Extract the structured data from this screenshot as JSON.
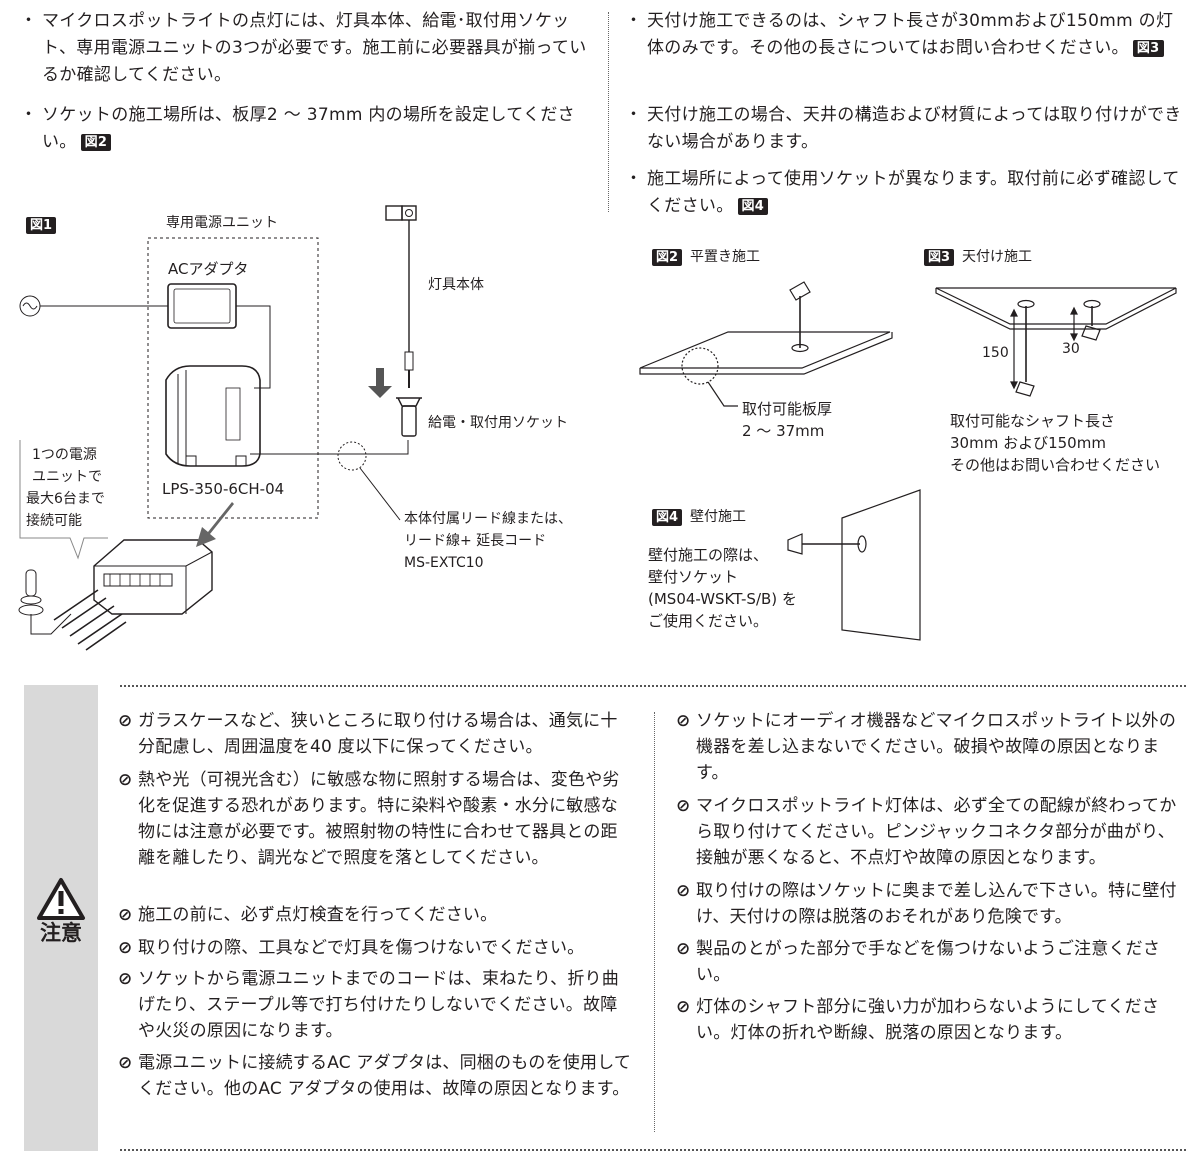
{
  "top_left": [
    {
      "text": "マイクロスポットライトの点灯には、灯具本体、給電･取付用ソケット、専用電源ユニットの3つが必要です。施工前に必要器具が揃っているか確認してください。",
      "badge": ""
    },
    {
      "text": "ソケットの施工場所は、板厚2 ～ 37mm 内の場所を設定してください。",
      "badge": "図2"
    }
  ],
  "top_right": [
    {
      "text": "天付け施工できるのは、シャフト長さが30mmおよび150mm の灯体のみです。その他の長さについてはお問い合わせください。",
      "badge": "図3"
    },
    {
      "text": "天付け施工の場合、天井の構造および材質によっては取り付けができない場合があります。",
      "badge": ""
    },
    {
      "text": "施工場所によって使用ソケットが異なります。取付前に必ず確認してください。",
      "badge": "図4"
    }
  ],
  "bullet_mark": "・",
  "fig1": {
    "badge": "図1",
    "power_unit_label": "専用電源ユニット",
    "ac_adapter_label": "ACアダプタ",
    "fixture_label": "灯具本体",
    "socket_label": "給電・取付用ソケット",
    "unit_model": "LPS-350-6CH-04",
    "bubble_lines": [
      "1つの電源",
      "ユニットで",
      "最大6台まで",
      "接続可能"
    ],
    "cord_lines": [
      "本体付属リード線または、",
      "リード線+ 延長コード",
      "MS-EXTC10"
    ]
  },
  "fig2": {
    "badge": "図2",
    "title": "平置き施工",
    "lines": [
      "取付可能板厚",
      "2 ～ 37mm"
    ]
  },
  "fig3": {
    "badge": "図3",
    "title": "天付け施工",
    "dim_long": "150",
    "dim_short": "30",
    "lines": [
      "取付可能なシャフト長さ",
      "30mm および150mm",
      "その他はお問い合わせください"
    ]
  },
  "fig4": {
    "badge": "図4",
    "title": "壁付施工",
    "lines": [
      "壁付施工の際は、",
      "壁付ソケット",
      "(MS04-WSKT-S/B) を",
      "ご使用ください。"
    ]
  },
  "caution": {
    "title": "注意",
    "mark": "⊘",
    "left": [
      "ガラスケースなど、狭いところに取り付ける場合は、通気に十分配慮し、周囲温度を40 度以下に保ってください。",
      "熱や光（可視光含む）に敏感な物に照射する場合は、変色や劣化を促進する恐れがあります。特に染料や酸素・水分に敏感な物には注意が必要です。被照射物の特性に合わせて器具との距離を離したり、調光などで照度を落としてください。",
      "施工の前に、必ず点灯検査を行ってください。",
      "取り付けの際、工具などで灯具を傷つけないでください。",
      "ソケットから電源ユニットまでのコードは、束ねたり、折り曲げたり、ステープル等で打ち付けたりしないでください。故障や火災の原因になります。",
      "電源ユニットに接続するAC アダプタは、同梱のものを使用してください。他のAC アダプタの使用は、故障の原因となります。"
    ],
    "right": [
      "ソケットにオーディオ機器などマイクロスポットライト以外の機器を差し込まないでください。破損や故障の原因となります。",
      "マイクロスポットライト灯体は、必ず全ての配線が終わってから取り付けてください。ピンジャックコネクタ部分が曲がり、接触が悪くなると、不点灯や故障の原因となります。",
      "取り付けの際はソケットに奥まで差し込んで下さい。特に壁付け、天付けの際は脱落のおそれがあり危険です。",
      "製品のとがった部分で手などを傷つけないようご注意ください。",
      "灯体のシャフト部分に強い力が加わらないようにしてください。灯体の折れや断線、脱落の原因となります。"
    ]
  }
}
